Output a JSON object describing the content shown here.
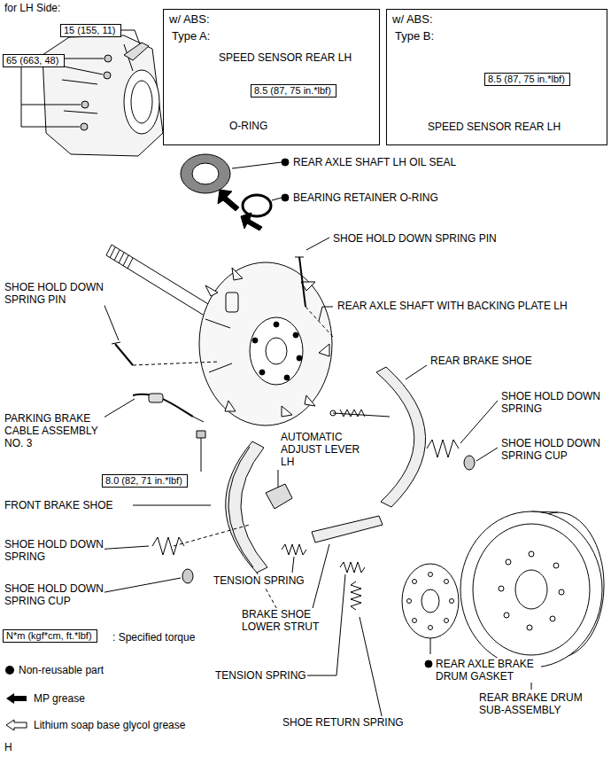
{
  "diagram": {
    "nodes": [
      {
        "text": [
          "15 (155, 11)"
        ]
      },
      {
        "text": [
          "65 (663, 48)"
        ]
      },
      {
        "text": [
          "w/ ABS:",
          "Type A:"
        ]
      },
      {
        "text": [
          "8.5 (87, 75 in.*lbf)"
        ],
        "in": 2
      },
      {
        "text": [
          "w/ ABS:",
          "Type B:"
        ]
      },
      {
        "text": [
          "8.5 (87, 75 in.*lbf)"
        ],
        "in": 4
      },
      {
        "text": [
          "8.0 (82, 71 in.*lbf)"
        ]
      },
      {
        "text": [
          "N*m (kgf*cm, ft.*lbf)"
        ]
      }
    ],
    "labels": [
      "for LH Side:",
      "SPEED SENSOR REAR LH",
      "O-RING",
      "SPEED SENSOR REAR LH",
      "REAR AXLE SHAFT LH OIL SEAL",
      "BEARING RETAINER O-RING",
      "SHOE HOLD DOWN SPRING PIN",
      "REAR AXLE SHAFT WITH BACKING PLATE LH",
      "SHOE HOLD DOWN SPRING PIN",
      "REAR BRAKE SHOE",
      "SHOE HOLD DOWN SPRING",
      "SHOE HOLD DOWN SPRING CUP",
      "PARKING BRAKE CABLE ASSEMBLY NO. 3",
      "AUTOMATIC ADJUST LEVER LH",
      "FRONT BRAKE SHOE",
      "SHOE HOLD DOWN SPRING",
      "SHOE HOLD DOWN SPRING CUP",
      "TENSION SPRING",
      "BRAKE SHOE LOWER STRUT",
      "REAR AXLE BRAKE DRUM GASKET",
      "TENSION SPRING",
      "REAR BRAKE DRUM SUB-ASSEMBLY",
      "SHOE RETURN SPRING",
      ": Specified torque",
      "H"
    ],
    "legend": [
      {
        "text": "Non-reusable part"
      },
      {
        "text": "MP grease"
      },
      {
        "text": "Lithium soap base glycol grease"
      }
    ]
  }
}
